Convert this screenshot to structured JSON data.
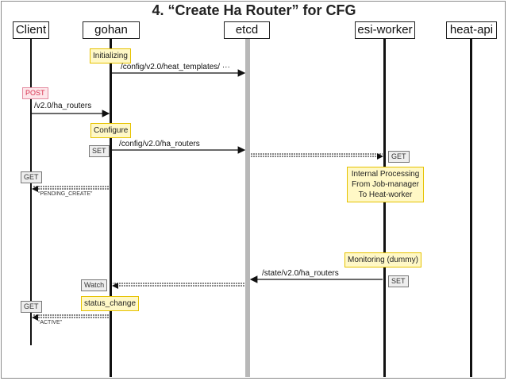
{
  "title": "4. “Create Ha Router” for CFG",
  "participants": {
    "client": "Client",
    "gohan": "gohan",
    "etcd": "etcd",
    "esi_worker": "esi-worker",
    "heat_api": "heat-api"
  },
  "notes": {
    "initializing": "Initializing",
    "configure": "Configure",
    "internal_processing": [
      "Internal Processing",
      "From Job-manager",
      "To Heat-worker"
    ],
    "monitoring": "Monitoring (dummy)",
    "status_change": "status_change"
  },
  "tags": {
    "post": "POST",
    "set1": "SET",
    "get_esi": "GET",
    "get_client1": "GET",
    "set2": "SET",
    "watch": "Watch",
    "get_client2": "GET"
  },
  "messages": {
    "heat_templates": "/config/v2.0/heat_templates/ ···",
    "v2_ha_routers": "/v2.0/ha_routers",
    "config_ha_routers": "/config/v2.0/ha_routers",
    "pending_create": "“PENDING_CREATE”",
    "state_ha_routers": "/state/v2.0/ha_routers",
    "active": "“ACTIVE”"
  },
  "colors": {
    "note_bg": "#fff8c6",
    "note_border": "#e6c200",
    "post_text": "#d8324f",
    "etcd_lifeline": "#b8b8b8"
  }
}
